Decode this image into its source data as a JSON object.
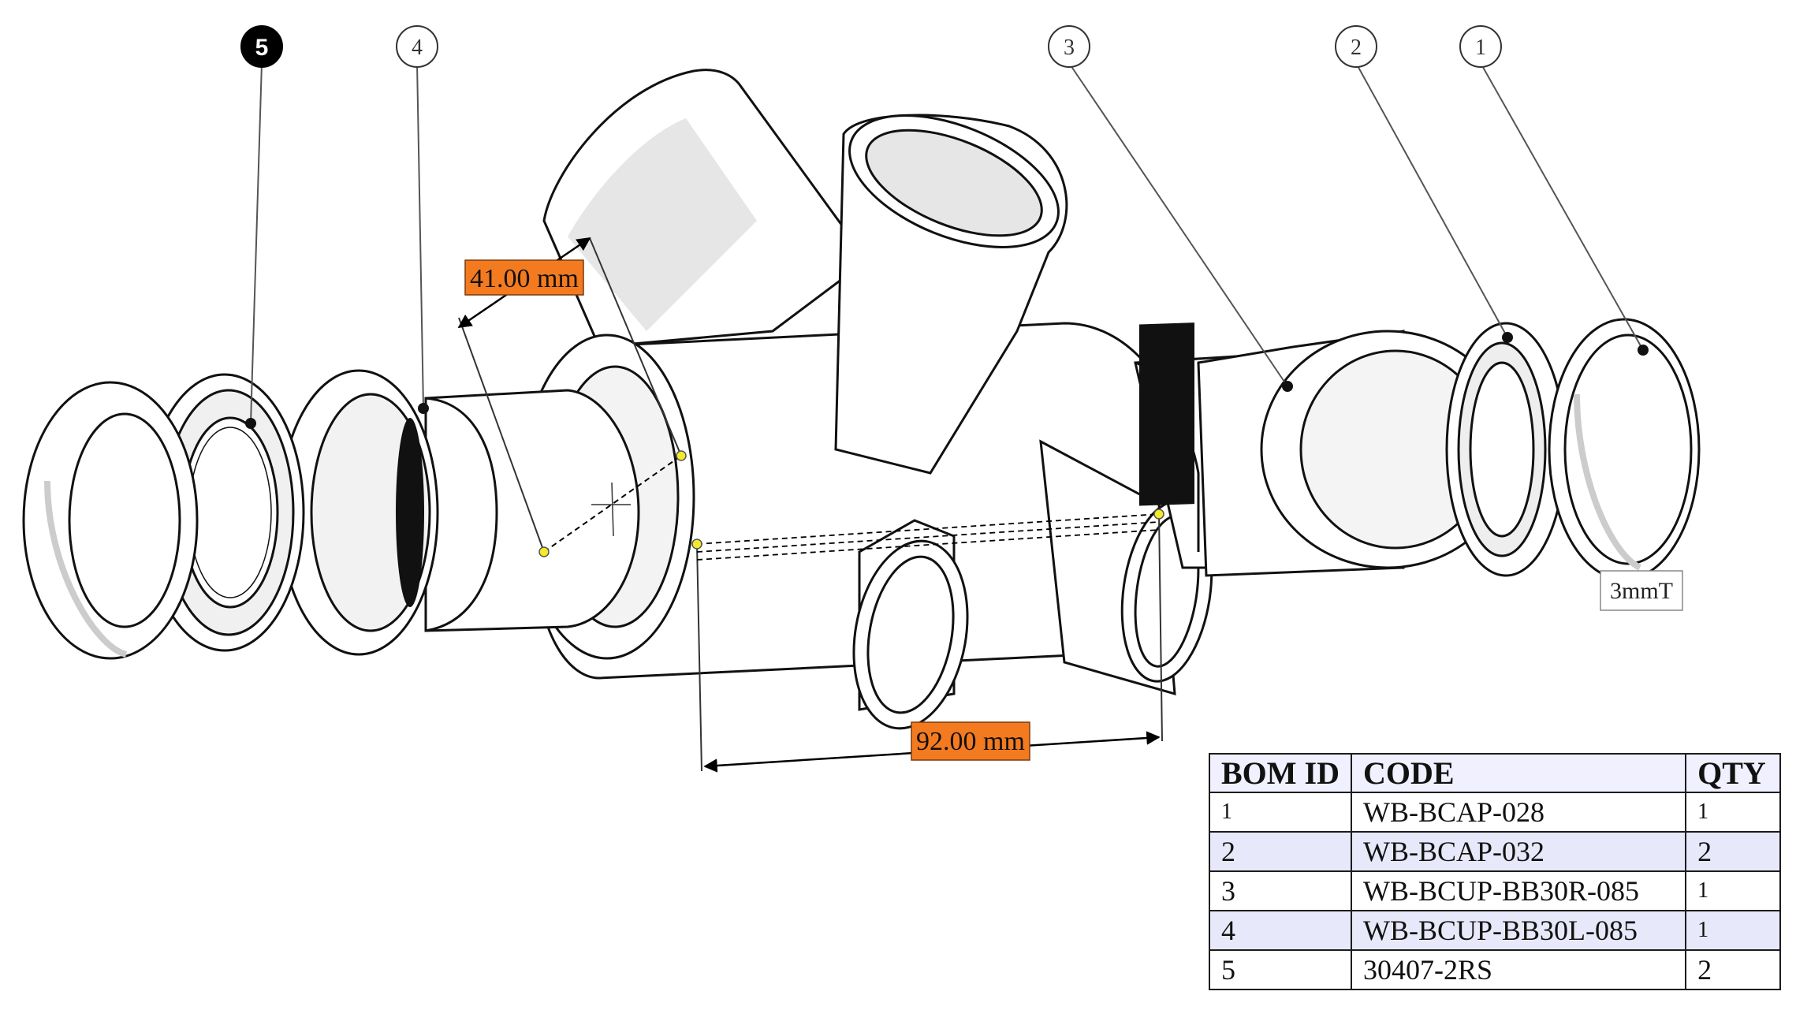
{
  "callouts": [
    {
      "id": "1",
      "label": "1",
      "selected": false
    },
    {
      "id": "2",
      "label": "2",
      "selected": false
    },
    {
      "id": "3",
      "label": "3",
      "selected": false
    },
    {
      "id": "4",
      "label": "4",
      "selected": false
    },
    {
      "id": "5",
      "label": "5",
      "selected": true
    }
  ],
  "dimensions": {
    "angled": "41.00 mm",
    "length": "92.00 mm"
  },
  "note": "3mmT",
  "colors": {
    "dimension_label_bg": "#f47a20",
    "measure_point": "#f2ea2a",
    "selected_callout": "#000000",
    "table_alt_row": "#e8e8fb"
  },
  "bom": {
    "headers": [
      "BOM ID",
      "CODE",
      "QTY"
    ],
    "rows": [
      {
        "id": "1",
        "code": "WB-BCAP-028",
        "qty": "1"
      },
      {
        "id": "2",
        "code": "WB-BCAP-032",
        "qty": "2"
      },
      {
        "id": "3",
        "code": "WB-BCUP-BB30R-085",
        "qty": "1"
      },
      {
        "id": "4",
        "code": "WB-BCUP-BB30L-085",
        "qty": "1"
      },
      {
        "id": "5",
        "code": "30407-2RS",
        "qty": "2"
      }
    ]
  }
}
